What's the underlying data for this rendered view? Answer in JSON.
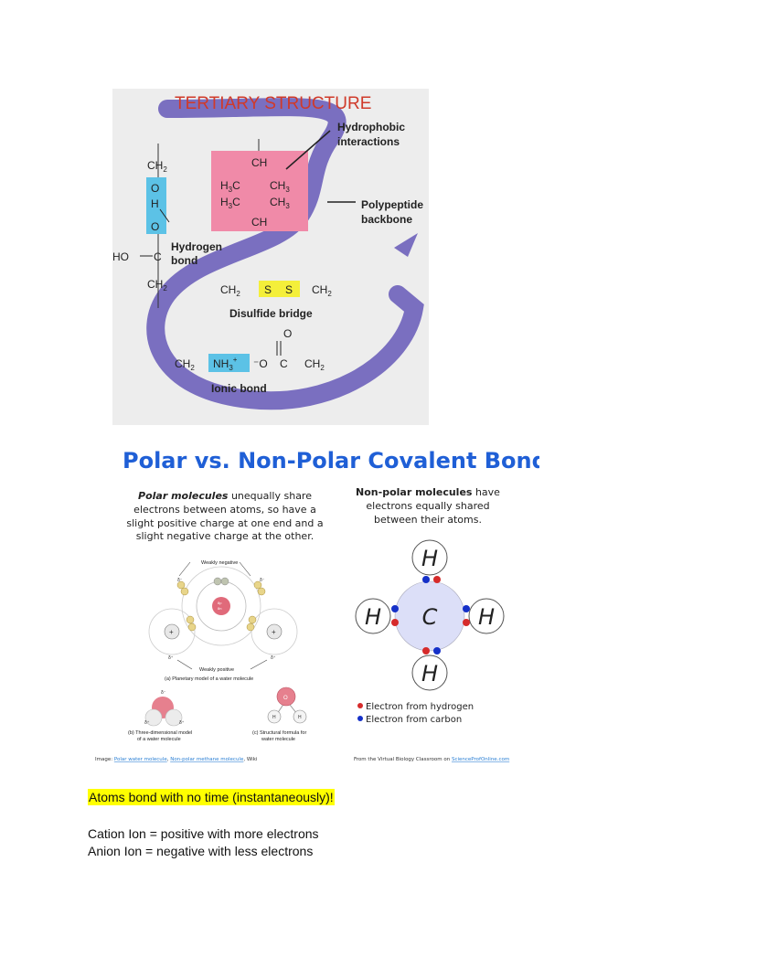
{
  "tertiary": {
    "title": "TERTIARY STRUCTURE",
    "hydrophobic_label_1": "Hydrophobic",
    "hydrophobic_label_2": "interactions",
    "backbone_label_1": "Polypeptide",
    "backbone_label_2": "backbone",
    "hbond_label_1": "Hydrogen",
    "hbond_label_2": "bond",
    "disulfide_label": "Disulfide bridge",
    "ionic_label": "Ionic bond",
    "ch": "CH",
    "h3c": "H",
    "ch3": "CH",
    "ch2": "CH",
    "sub2": "2",
    "sub3": "3",
    "o": "O",
    "h": "H",
    "ho": "HO",
    "c": "C",
    "s": "S",
    "nh3": "NH",
    "plus": "+",
    "minus_o": "⁻O",
    "colors": {
      "backbone": "#7a6fc0",
      "hydrophobic_box": "#f08aa8",
      "hbond_box": "#5cc2e6",
      "disulfide_box": "#f4ef3a",
      "ionic_box": "#5cc2e6",
      "title": "#d03a2a"
    }
  },
  "polar": {
    "title": "Polar vs. Non-Polar Covalent Bonds",
    "polar_desc_bold": "Polar molecules",
    "polar_desc_rest_1": " unequally share",
    "polar_desc_2": "electrons between atoms, so have a",
    "polar_desc_3": "slight positive charge at one end and a",
    "polar_desc_4": "slight negative charge at the other.",
    "nonpolar_desc_bold": "Non-polar molecules",
    "nonpolar_desc_rest_1": " have",
    "nonpolar_desc_2": "electrons equally shared",
    "nonpolar_desc_3": "between their atoms.",
    "weakly_negative": "Weakly negative",
    "weakly_positive": "Weakly positive",
    "caption_a": "(a) Planetary model of a water molecule",
    "caption_b_1": "(b) Three-dimensional model",
    "caption_b_2": "of a water molecule",
    "caption_c_1": "(c) Structural formula for",
    "caption_c_2": "water molecule",
    "delta_minus": "δ⁻",
    "delta_plus": "δ⁺",
    "nucleus_1": "8p",
    "nucleus_2": "8n",
    "plus_sign": "+",
    "atom_o": "O",
    "atom_h": "H",
    "atom_c": "C",
    "legend_red": "Electron from hydrogen",
    "legend_blue": "Electron from carbon",
    "credit_left_prefix": "Image: ",
    "credit_left_link1": "Polar water molecule",
    "credit_left_sep": ", ",
    "credit_left_link2": "Non-polar methane molecule",
    "credit_left_suffix": ", Wiki",
    "credit_right_prefix": "From the  Virtual Biology Classroom on ",
    "credit_right_link": "ScienceProfOnline.com",
    "colors": {
      "title": "#1f5fd6",
      "electron_red": "#d62b2b",
      "electron_blue": "#1530c8",
      "link": "#2a7fd4"
    }
  },
  "doc": {
    "highlight": "Atoms bond with no time (instantaneously)!",
    "line1": "Cation Ion = positive with more electrons",
    "line2": "Anion Ion =  negative with less electrons"
  }
}
